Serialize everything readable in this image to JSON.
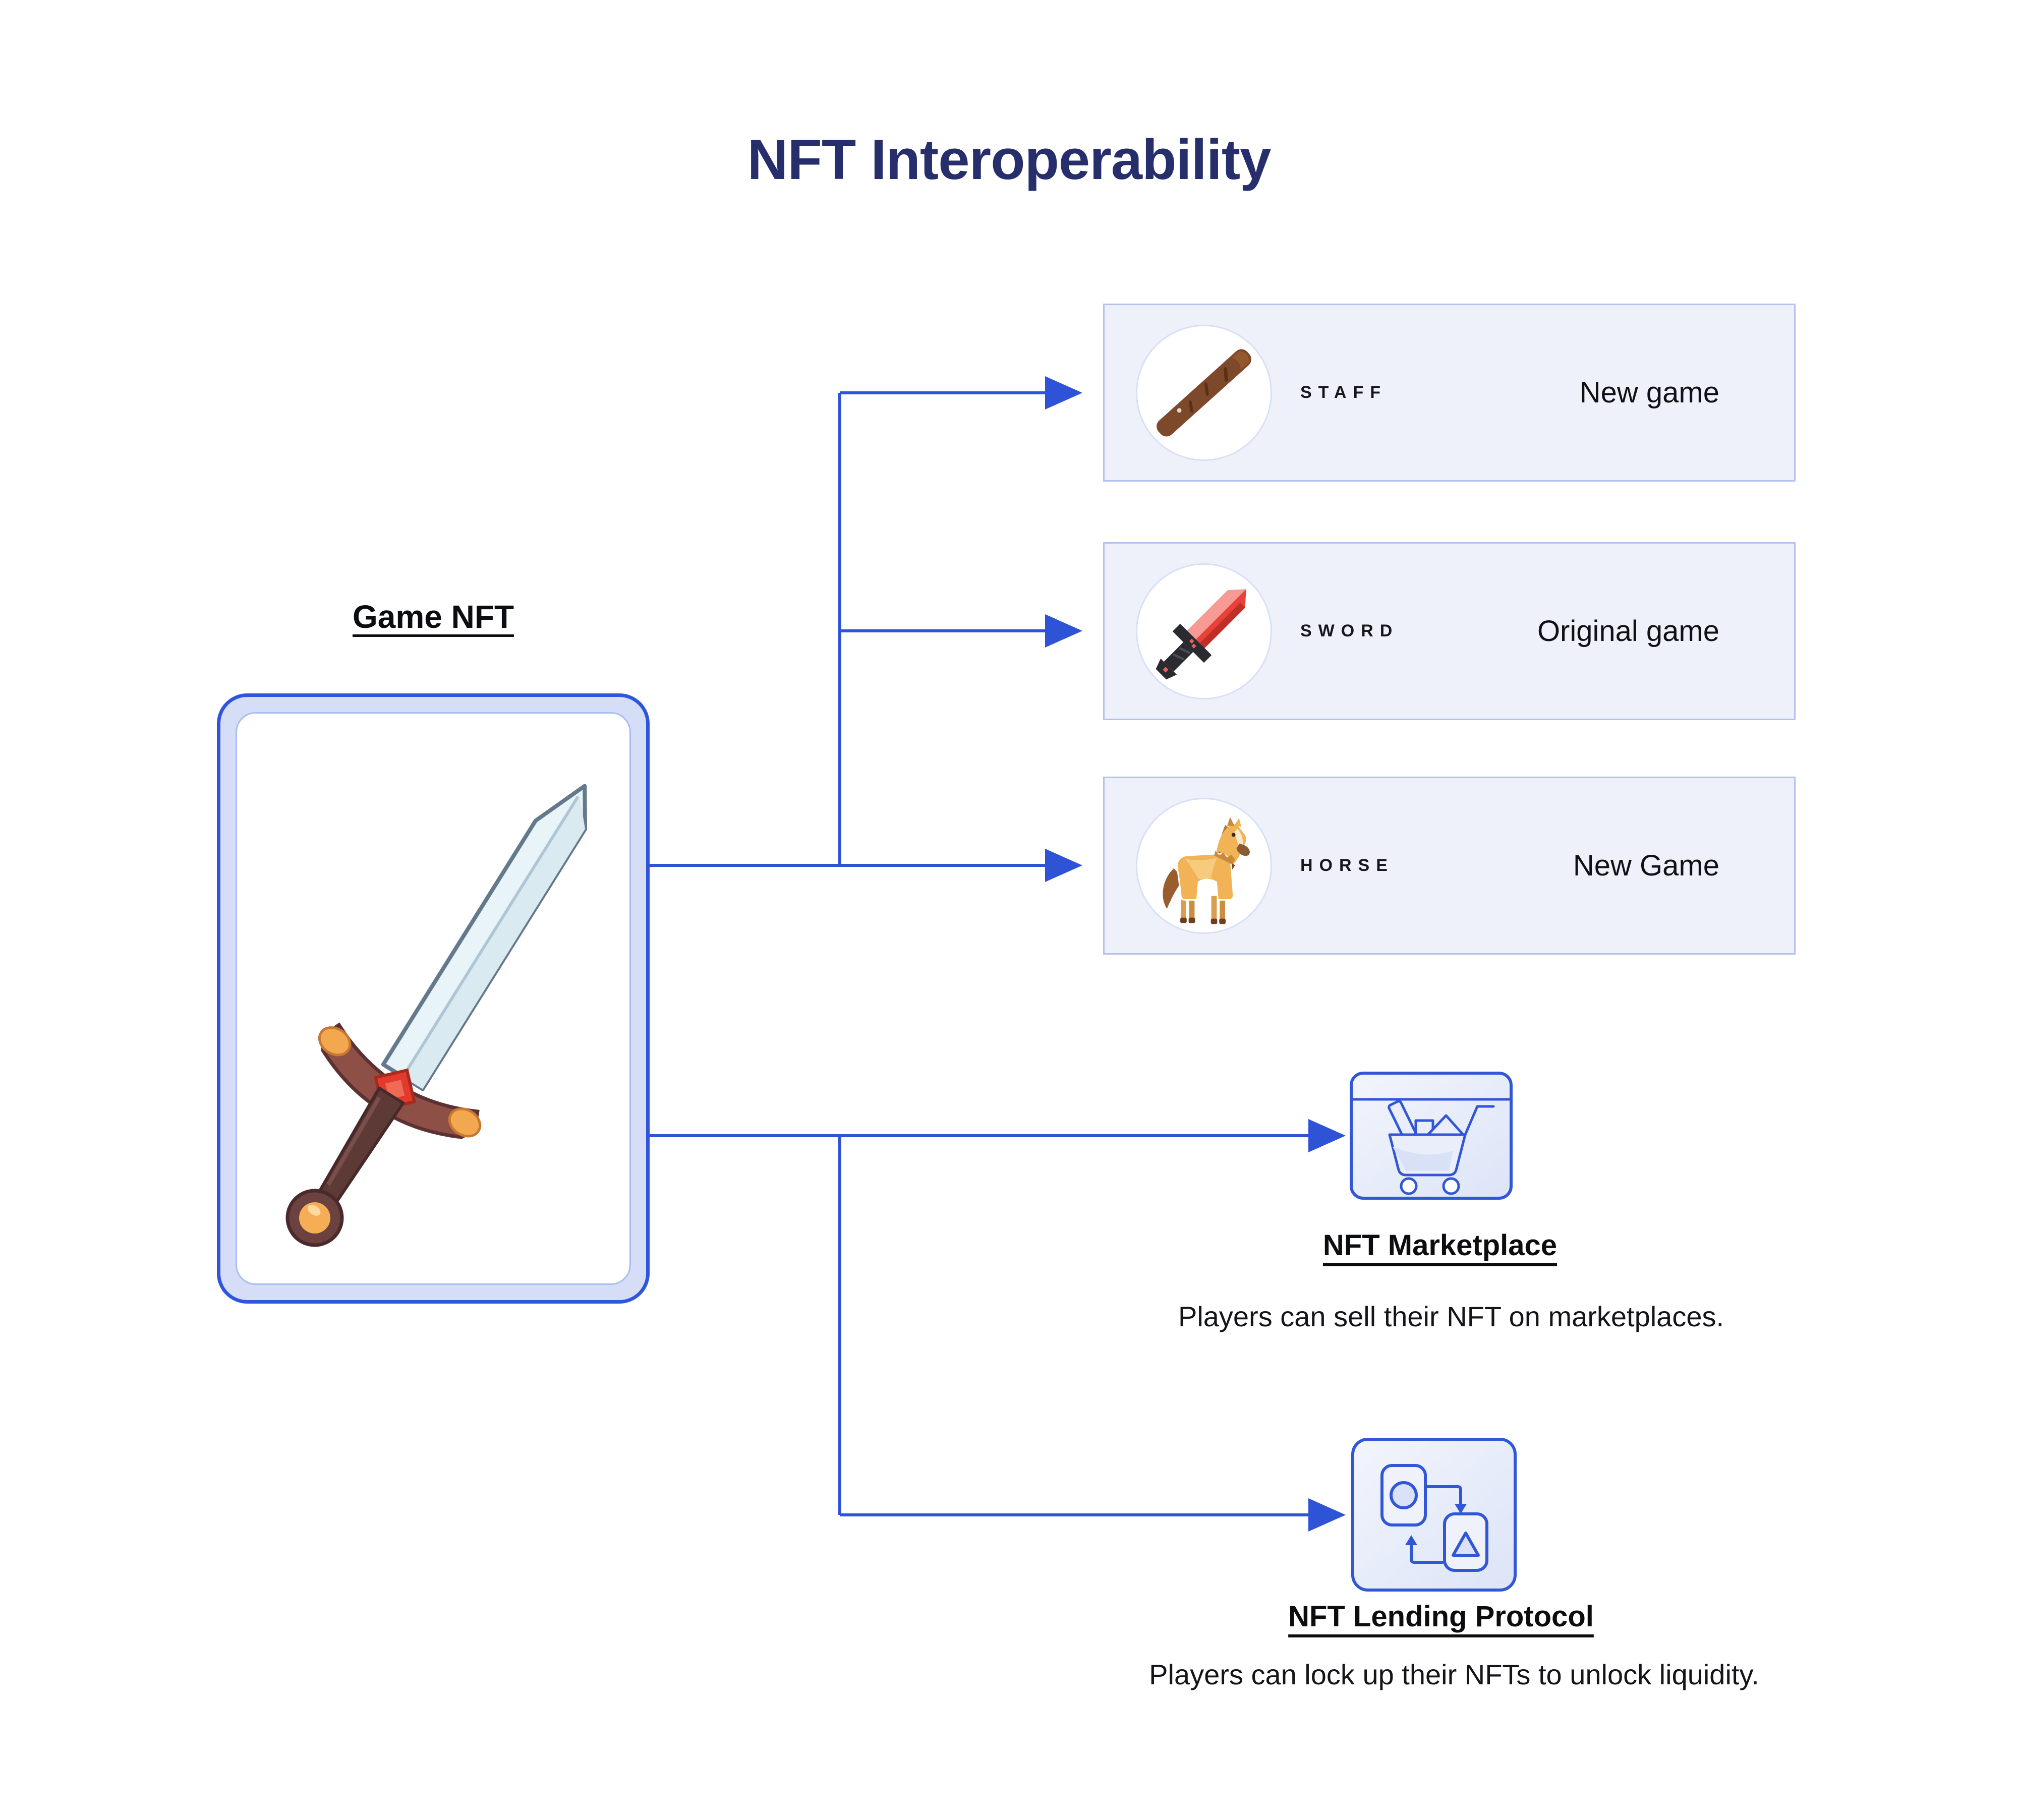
{
  "title": "NFT Interoperability",
  "colors": {
    "accent_blue": "#2E53D7",
    "title_navy": "#262F6B",
    "card_border": "#2F55DC",
    "box_fill": "#EEF1FA",
    "box_border": "#B3C1EC"
  },
  "game_nft": {
    "label": "Game NFT"
  },
  "destinations": [
    {
      "item_label": "STAFF",
      "game_label": "New game"
    },
    {
      "item_label": "SWORD",
      "game_label": "Original game"
    },
    {
      "item_label": "HORSE",
      "game_label": "New Game"
    }
  ],
  "marketplace": {
    "heading": "NFT Marketplace",
    "description": "Players can sell their NFT on marketplaces."
  },
  "lending": {
    "heading": "NFT Lending Protocol",
    "description": "Players can lock up their NFTs to unlock liquidity."
  }
}
